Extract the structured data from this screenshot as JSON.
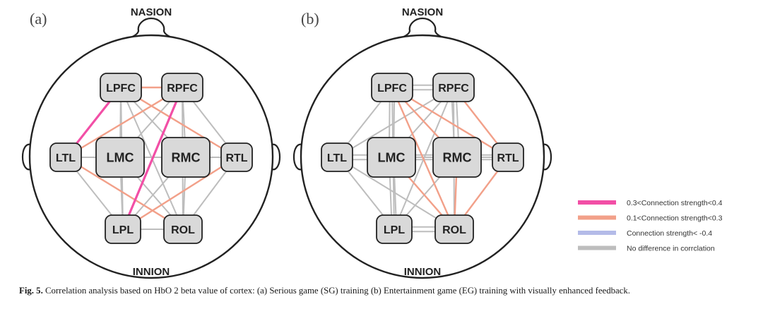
{
  "panels": [
    {
      "id": "a",
      "label": "(a)",
      "top_label": "NASION",
      "bottom_label": "INNION",
      "regions": {
        "LPFC": "LPFC",
        "RPFC": "RPFC",
        "LTL": "LTL",
        "LMC": "LMC",
        "RMC": "RMC",
        "RTL": "RTL",
        "LPL": "LPL",
        "ROL": "ROL"
      },
      "connections": [
        {
          "from": "LPFC",
          "to": "RPFC",
          "class": "moderate",
          "double": false
        },
        {
          "from": "LPFC",
          "to": "LTL",
          "class": "strong",
          "double": false
        },
        {
          "from": "RPFC",
          "to": "LPL",
          "class": "strong",
          "double": false
        },
        {
          "from": "LTL",
          "to": "RPFC",
          "class": "moderate",
          "double": false
        },
        {
          "from": "LPFC",
          "to": "RTL",
          "class": "moderate",
          "double": false
        },
        {
          "from": "LTL",
          "to": "ROL",
          "class": "moderate",
          "double": false
        },
        {
          "from": "LPL",
          "to": "RTL",
          "class": "moderate",
          "double": false
        },
        {
          "from": "LPFC",
          "to": "LMC",
          "class": "none",
          "double": false
        },
        {
          "from": "LPFC",
          "to": "RMC",
          "class": "none",
          "double": false
        },
        {
          "from": "LPFC",
          "to": "LPL",
          "class": "none",
          "double": false
        },
        {
          "from": "LPFC",
          "to": "ROL",
          "class": "none",
          "double": false
        },
        {
          "from": "RPFC",
          "to": "LMC",
          "class": "none",
          "double": false
        },
        {
          "from": "RPFC",
          "to": "RMC",
          "class": "none",
          "double": false
        },
        {
          "from": "RPFC",
          "to": "RTL",
          "class": "none",
          "double": false
        },
        {
          "from": "RPFC",
          "to": "ROL",
          "class": "none",
          "double": false
        },
        {
          "from": "LTL",
          "to": "LMC",
          "class": "none",
          "double": false
        },
        {
          "from": "LTL",
          "to": "LPL",
          "class": "none",
          "double": false
        },
        {
          "from": "LMC",
          "to": "RMC",
          "class": "none",
          "double": false
        },
        {
          "from": "LMC",
          "to": "LPL",
          "class": "none",
          "double": false
        },
        {
          "from": "LMC",
          "to": "ROL",
          "class": "none",
          "double": false
        },
        {
          "from": "RMC",
          "to": "RTL",
          "class": "none",
          "double": false
        },
        {
          "from": "RMC",
          "to": "LPL",
          "class": "none",
          "double": false
        },
        {
          "from": "RMC",
          "to": "ROL",
          "class": "none",
          "double": false
        },
        {
          "from": "RTL",
          "to": "ROL",
          "class": "none",
          "double": false
        },
        {
          "from": "LPL",
          "to": "ROL",
          "class": "none",
          "double": false
        }
      ]
    },
    {
      "id": "b",
      "label": "(b)",
      "top_label": "NASION",
      "bottom_label": "INNION",
      "regions": {
        "LPFC": "LPFC",
        "RPFC": "RPFC",
        "LTL": "LTL",
        "LMC": "LMC",
        "RMC": "RMC",
        "RTL": "RTL",
        "LPL": "LPL",
        "ROL": "ROL"
      },
      "connections": [
        {
          "from": "LPFC",
          "to": "RTL",
          "class": "moderate",
          "double": false
        },
        {
          "from": "LPFC",
          "to": "ROL",
          "class": "moderate",
          "double": false
        },
        {
          "from": "LPFC",
          "to": "RMC",
          "class": "moderate",
          "double": false
        },
        {
          "from": "RPFC",
          "to": "RTL",
          "class": "moderate",
          "double": false
        },
        {
          "from": "LMC",
          "to": "ROL",
          "class": "moderate",
          "double": false
        },
        {
          "from": "RTL",
          "to": "ROL",
          "class": "moderate",
          "double": false
        },
        {
          "from": "RMC",
          "to": "ROL",
          "class": "moderate",
          "double": false
        },
        {
          "from": "LPFC",
          "to": "RPFC",
          "class": "none",
          "double": true
        },
        {
          "from": "LPFC",
          "to": "LMC",
          "class": "none",
          "double": true
        },
        {
          "from": "LPFC",
          "to": "LTL",
          "class": "none",
          "double": false
        },
        {
          "from": "LPFC",
          "to": "LPL",
          "class": "none",
          "double": false
        },
        {
          "from": "RPFC",
          "to": "RMC",
          "class": "none",
          "double": true
        },
        {
          "from": "RPFC",
          "to": "LTL",
          "class": "none",
          "double": false
        },
        {
          "from": "RPFC",
          "to": "LMC",
          "class": "none",
          "double": false
        },
        {
          "from": "RPFC",
          "to": "LPL",
          "class": "none",
          "double": false
        },
        {
          "from": "RPFC",
          "to": "ROL",
          "class": "none",
          "double": false
        },
        {
          "from": "LTL",
          "to": "LMC",
          "class": "none",
          "double": true
        },
        {
          "from": "LTL",
          "to": "LPL",
          "class": "none",
          "double": false
        },
        {
          "from": "LMC",
          "to": "RMC",
          "class": "none",
          "double": true
        },
        {
          "from": "LMC",
          "to": "LPL",
          "class": "none",
          "double": true
        },
        {
          "from": "LMC",
          "to": "RTL",
          "class": "none",
          "double": false
        },
        {
          "from": "RMC",
          "to": "RTL",
          "class": "none",
          "double": true
        },
        {
          "from": "RMC",
          "to": "LPL",
          "class": "none",
          "double": false
        },
        {
          "from": "LPL",
          "to": "ROL",
          "class": "none",
          "double": true
        },
        {
          "from": "LTL",
          "to": "ROL",
          "class": "none",
          "double": false
        }
      ]
    }
  ],
  "legend": [
    {
      "key": "strong",
      "label": "0.3<Connection strength<0.4",
      "color": "#f24fa6"
    },
    {
      "key": "moderate",
      "label": "0.1<Connection strength<0.3",
      "color": "#f2a089"
    },
    {
      "key": "negative",
      "label": "Connection strength< -0.4",
      "color": "#b4bbe8"
    },
    {
      "key": "none",
      "label": "No difference in corrclation",
      "color": "#bdbdbd"
    }
  ],
  "caption": {
    "fig_label": "Fig. 5.",
    "text": "Correlation analysis based on HbO 2 beta value of cortex: (a) Serious game (SG) training (b) Entertainment game (EG) training with visually enhanced feedback."
  }
}
